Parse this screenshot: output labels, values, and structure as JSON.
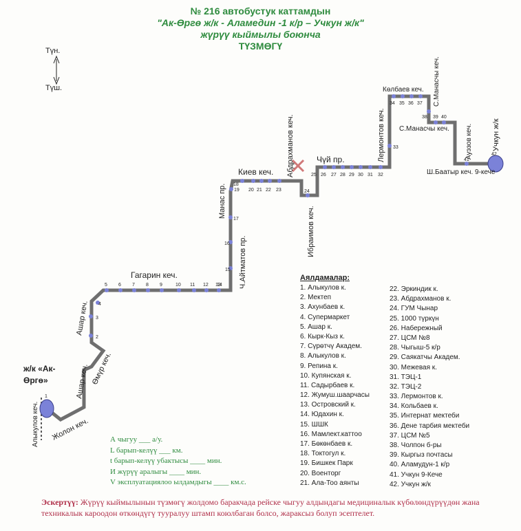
{
  "header": {
    "line1": "№ 216  автобустук каттамдын",
    "line2": "\"Ак-Өргө ж/к  - Аламедин -1 к/р – Учкун ж/к\"",
    "line3": "жүрүү кыймылы боюнча",
    "line4": "ТҮЗМӨГҮ"
  },
  "compass": {
    "north": "Түн.",
    "south": "Түш."
  },
  "terminal_start": {
    "line1": "ж/к «Ак-",
    "line2": "Өргө»"
  },
  "streets": {
    "alykulov": "Алыкулов кеч.",
    "jolon": "Жолон кеч.",
    "ashar_lower": "Ашар кеч.",
    "omur": "Өмүр кеч.",
    "ashar_upper": "Ашар кеч.",
    "gagarin": "Гагарин  кеч.",
    "aitmatov": "Ч.Айтматов пр.",
    "manas": "Манас пр.",
    "kiev": "Киев кеч.",
    "abdrakhmanov": "Абдрахманов  кеч.",
    "ibraimov": "Ибраимов кеч.",
    "chui": "Чүй пр.",
    "lermontov": "Лермонтов кеч.",
    "kolbaev": "Көлбаев кеч.",
    "s_manaschy_vertical": "С.Манасчы кеч.",
    "s_manaschy": "С.Манасчы кеч.",
    "auezov": "Ауэзов кеч.",
    "sh_baatyr": "Ш.Баатыр кеч. 9-кече",
    "uchkun": "Учкун ж/к"
  },
  "stops_header": "Аялдамалар:",
  "stops_col1": [
    "1. Алыкулов к.",
    "2. Мектеп",
    "3. Ахунбаев к.",
    "4. Супермаркет",
    "5. Ашар к.",
    "6. Кырк-Кыз к.",
    "7. Сүрөтчү Академ.",
    "8. Алыкулов к.",
    "9. Репина к.",
    "10. Купянская к.",
    "11. Садырбаев к.",
    "12. Жумуш.шаарчасы",
    "13. Островский к.",
    "14. Юдахин к.",
    "15. ШШК",
    "16. Мамлект.каттоо",
    "17. Бөкөнбаев к.",
    "18. Токтогул к.",
    "19. Бишкек Парк",
    "20. Военторг",
    "21. Ала-Тоо аянты"
  ],
  "stops_col2": [
    "22. Эркиндик к.",
    "23. Абдрахманов к.",
    "24. ГУМ Чынар",
    "25. 1000 түркүн",
    "26. Набережный",
    "27. ЦСМ №8",
    "28. Чыгыш-5 к/р",
    "29. Саякатчы Академ.",
    "30. Межевая к.",
    "31. ТЭЦ-1",
    "32. ТЭЦ-2",
    "33. Лермонтов к.",
    "34. Кольбаев к.",
    "35. Интернат мектеби",
    "36. Дене тарбия мектеби",
    "37. ЦСМ №5",
    "38. Чолпон б-ры",
    "39. Кыргыз почтасы",
    "40. Аламудун-1 к/р",
    "41. Учкун 9-Кече",
    "42. Учкун ж/к"
  ],
  "legend": [
    "А чыгуу ___ а/у.",
    "L барып-келүү ___ км.",
    "t барып-келүү убактысы ____ мин.",
    "И жүрүү аралыгы ____  мин.",
    "V эксплуатациялоо ылдамдыгы ____ км.с."
  ],
  "note": {
    "label": "Эскертүү:",
    "text": " Жүрүү кыймылынын түзмөгү жолдомо баракчада рейске чыгуу алдындагы медициналык күбөлөндүрүүдөн жана техникалык кароодон өткөндүгү тууралуу штамп коюлбаган болсо, жараксыз болуп эсептелет."
  },
  "colors": {
    "route": "#6f6f6f",
    "stop": "#7b82d8",
    "title": "#2e8b3e",
    "note": "#b0304a",
    "cross": "#d07878"
  },
  "route_numbers": [
    "1",
    "2",
    "3",
    "4",
    "5",
    "6",
    "7",
    "8",
    "9",
    "10",
    "11",
    "12",
    "13",
    "14",
    "15",
    "16",
    "17",
    "18",
    "19",
    "20",
    "21",
    "22",
    "23",
    "24",
    "25",
    "26",
    "27",
    "28",
    "29",
    "30",
    "31",
    "32",
    "33",
    "34",
    "35",
    "36",
    "37",
    "38",
    "39",
    "40",
    "41",
    "42"
  ]
}
